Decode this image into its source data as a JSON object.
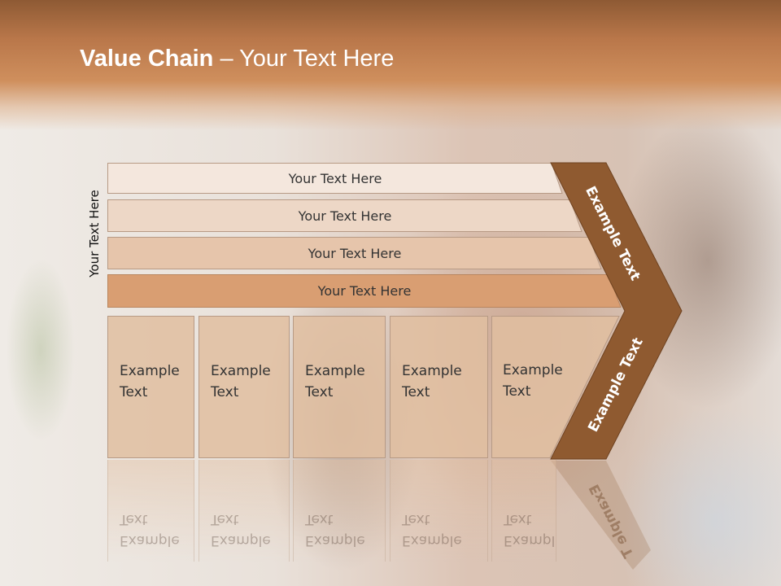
{
  "title": {
    "bold": "Value Chain",
    "rest": " – Your Text Here"
  },
  "side_label": "Your Text Here",
  "bars": [
    {
      "label": "Your Text Here",
      "fill": "#f4e7dd"
    },
    {
      "label": "Your Text Here",
      "fill": "#edd7c6"
    },
    {
      "label": "Your Text Here",
      "fill": "#e6c5ab"
    },
    {
      "label": "Your Text Here",
      "fill": "#d99e72"
    }
  ],
  "boxes": [
    {
      "line1": "Example",
      "line2": "Text"
    },
    {
      "line1": "Example",
      "line2": "Text"
    },
    {
      "line1": "Example",
      "line2": "Text"
    },
    {
      "line1": "Example",
      "line2": "Text"
    },
    {
      "line1": "Example",
      "line2": "Text"
    }
  ],
  "chevron": {
    "top_label": "Example Text",
    "bottom_label": "Example Text",
    "reflection_label": "Example T"
  },
  "colors": {
    "chevron": "#8f5a30",
    "accent": "#c98a58"
  }
}
